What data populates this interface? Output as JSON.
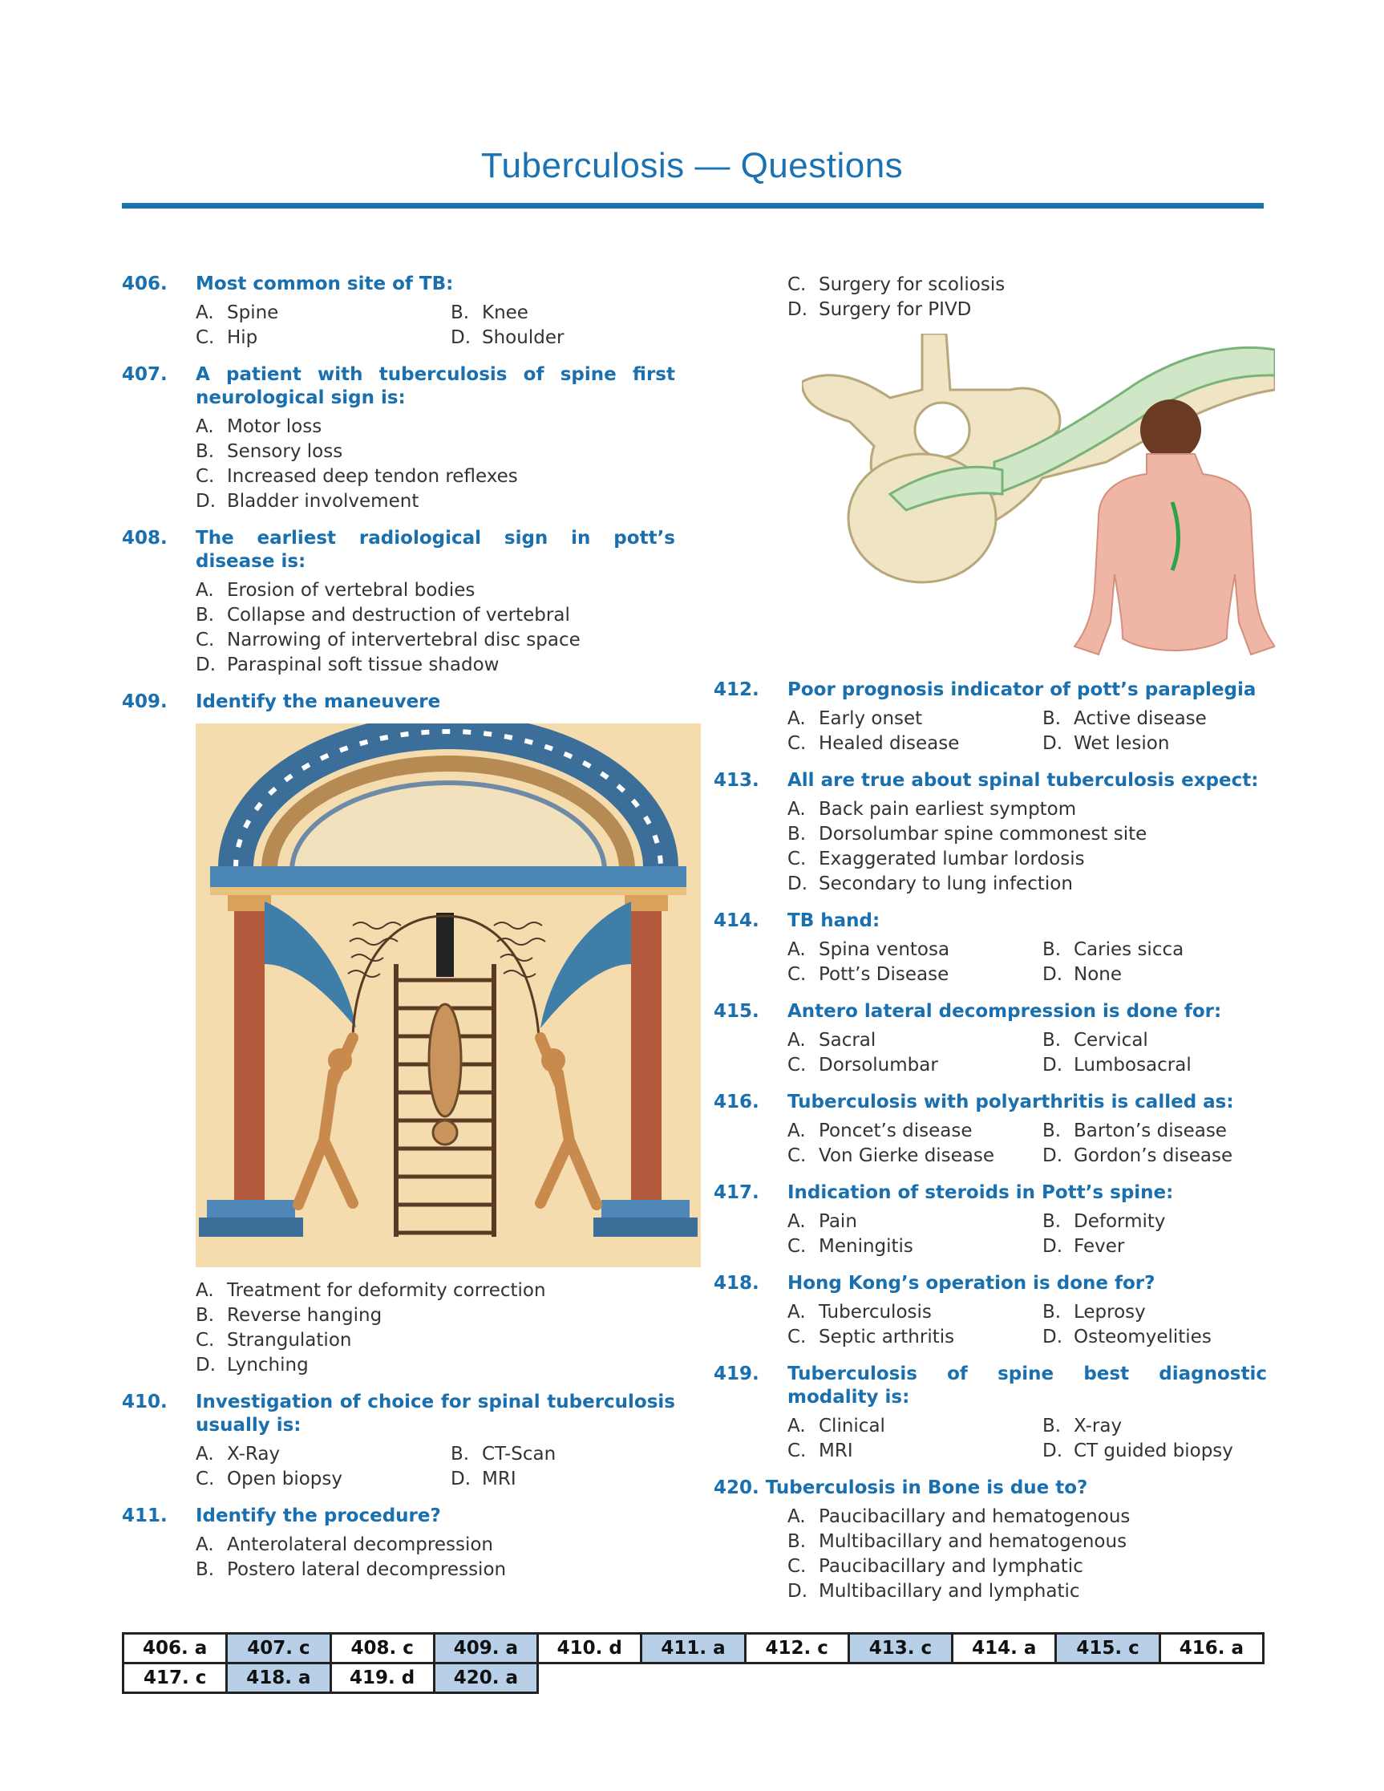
{
  "page_title": "Tuberculosis — Questions",
  "questions": {
    "q406": {
      "num": "406.",
      "text": "Most common site of TB:",
      "options": [
        [
          "A.",
          "Spine"
        ],
        [
          "B.",
          "Knee"
        ],
        [
          "C.",
          "Hip"
        ],
        [
          "D.",
          "Shoulder"
        ]
      ]
    },
    "q407": {
      "num": "407.",
      "text": "A patient with tuberculosis of spine first neurological sign is:",
      "options": [
        [
          "A.",
          "Motor loss"
        ],
        [
          "B.",
          "Sensory loss"
        ],
        [
          "C.",
          "Increased deep tendon reflexes"
        ],
        [
          "D.",
          "Bladder involvement"
        ]
      ]
    },
    "q408": {
      "num": "408.",
      "text": "The earliest radiological sign in pott’s disease is:",
      "options": [
        [
          "A.",
          "Erosion of vertebral bodies"
        ],
        [
          "B.",
          "Collapse and destruction of vertebral"
        ],
        [
          "C.",
          "Narrowing of intervertebral disc space"
        ],
        [
          "D.",
          "Paraspinal soft tissue shadow"
        ]
      ]
    },
    "q409": {
      "num": "409.",
      "text": "Identify the maneuvere",
      "options": [
        [
          "A.",
          "Treatment for deformity correction"
        ],
        [
          "B.",
          "Reverse hanging"
        ],
        [
          "C.",
          "Strangulation"
        ],
        [
          "D.",
          "Lynching"
        ]
      ]
    },
    "q410": {
      "num": "410.",
      "text": "Investigation of choice for spinal tuberculosis usually is:",
      "options": [
        [
          "A.",
          "X-Ray"
        ],
        [
          "B.",
          "CT-Scan"
        ],
        [
          "C.",
          "Open biopsy"
        ],
        [
          "D.",
          "MRI"
        ]
      ]
    },
    "q411": {
      "num": "411.",
      "text": "Identify the procedure?",
      "options": [
        [
          "A.",
          "Anterolateral decompression"
        ],
        [
          "B.",
          "Postero lateral decompression"
        ],
        [
          "C.",
          "Surgery for scoliosis"
        ],
        [
          "D.",
          "Surgery for PIVD"
        ]
      ]
    },
    "q412": {
      "num": "412.",
      "text": "Poor prognosis indicator of pott’s paraplegia",
      "options": [
        [
          "A.",
          "Early onset"
        ],
        [
          "B.",
          "Active disease"
        ],
        [
          "C.",
          "Healed disease"
        ],
        [
          "D.",
          "Wet lesion"
        ]
      ]
    },
    "q413": {
      "num": "413.",
      "text": "All are true about spinal tuberculosis expect:",
      "options": [
        [
          "A.",
          "Back pain earliest symptom"
        ],
        [
          "B.",
          "Dorsolumbar spine commonest site"
        ],
        [
          "C.",
          "Exaggerated lumbar lordosis"
        ],
        [
          "D.",
          "Secondary to lung infection"
        ]
      ]
    },
    "q414": {
      "num": "414.",
      "text": "TB hand:",
      "options": [
        [
          "A.",
          "Spina ventosa"
        ],
        [
          "B.",
          "Caries sicca"
        ],
        [
          "C.",
          "Pott’s Disease"
        ],
        [
          "D.",
          "None"
        ]
      ]
    },
    "q415": {
      "num": "415.",
      "text": "Antero lateral decompression is done for:",
      "options": [
        [
          "A.",
          "Sacral"
        ],
        [
          "B.",
          "Cervical"
        ],
        [
          "C.",
          "Dorsolumbar"
        ],
        [
          "D.",
          "Lumbosacral"
        ]
      ]
    },
    "q416": {
      "num": "416.",
      "text": "Tuberculosis with polyarthritis is called as:",
      "options": [
        [
          "A.",
          "Poncet’s disease"
        ],
        [
          "B.",
          "Barton’s disease"
        ],
        [
          "C.",
          "Von Gierke disease"
        ],
        [
          "D.",
          "Gordon’s disease"
        ]
      ]
    },
    "q417": {
      "num": "417.",
      "text": "Indication of steroids in Pott’s spine:",
      "options": [
        [
          "A.",
          "Pain"
        ],
        [
          "B.",
          "Deformity"
        ],
        [
          "C.",
          "Meningitis"
        ],
        [
          "D.",
          "Fever"
        ]
      ]
    },
    "q418": {
      "num": "418.",
      "text": "Hong Kong’s operation is done for?",
      "options": [
        [
          "A.",
          "Tuberculosis"
        ],
        [
          "B.",
          "Leprosy"
        ],
        [
          "C.",
          "Septic arthritis"
        ],
        [
          "D.",
          "Osteomyelities"
        ]
      ]
    },
    "q419": {
      "num": "419.",
      "text": "Tuberculosis of spine best diagnostic modality is:",
      "options": [
        [
          "A.",
          "Clinical"
        ],
        [
          "B.",
          "X-ray"
        ],
        [
          "C.",
          "MRI"
        ],
        [
          "D.",
          "CT guided biopsy"
        ]
      ]
    },
    "q420": {
      "num": "420.",
      "text": "Tuberculosis in Bone is due to?",
      "options": [
        [
          "A.",
          "Paucibacillary and hematogenous"
        ],
        [
          "B.",
          "Multibacillary and hematogenous"
        ],
        [
          "C.",
          "Paucibacillary and lymphatic"
        ],
        [
          "D.",
          "Multibacillary and lymphatic"
        ]
      ]
    }
  },
  "answer_key": {
    "row1": [
      "406. a",
      "407. c",
      "408. c",
      "409. a",
      "410. d",
      "411. a",
      "412. c",
      "413. c",
      "414. a",
      "415. c",
      "416. a"
    ],
    "row2": [
      "417. c",
      "418. a",
      "419. d",
      "420. a"
    ]
  },
  "colors": {
    "accent": "#1a72b3",
    "key_shade": "#b8cfe8"
  }
}
